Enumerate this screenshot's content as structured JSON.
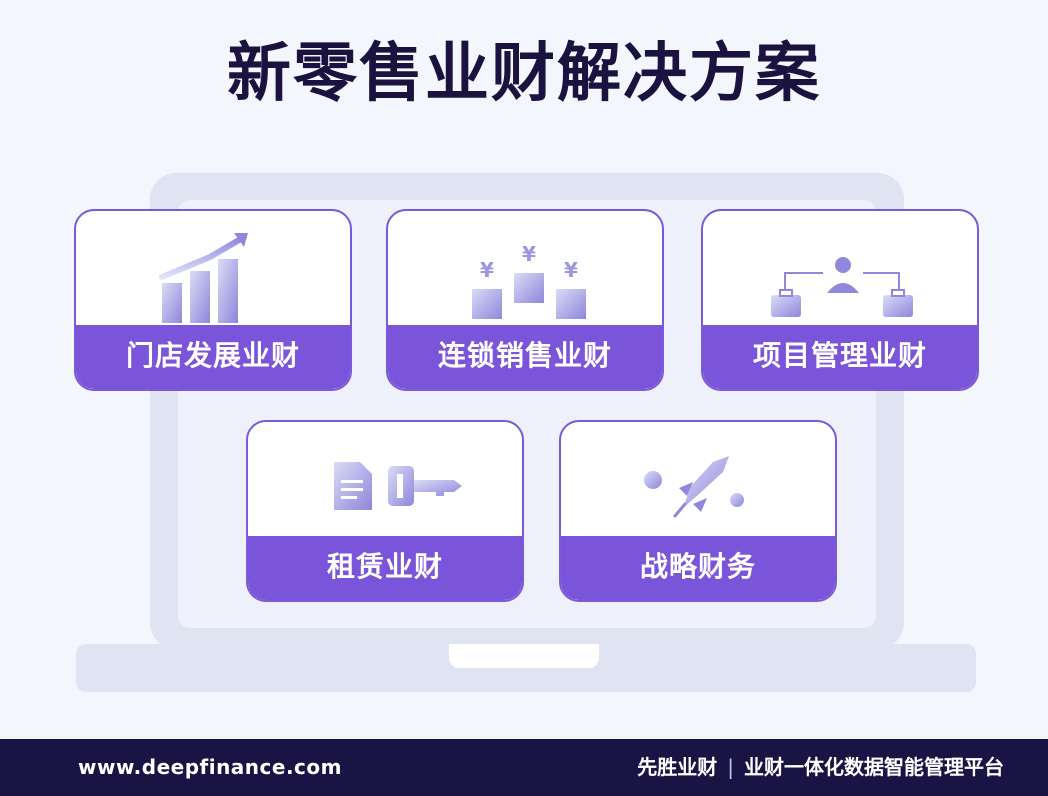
{
  "title": "新零售业财解决方案",
  "cards": [
    {
      "label": "门店发展业财",
      "icon": "growth-chart-icon"
    },
    {
      "label": "连锁销售业财",
      "icon": "yen-blocks-icon"
    },
    {
      "label": "项目管理业财",
      "icon": "org-briefcase-icon"
    },
    {
      "label": "租赁业财",
      "icon": "document-key-icon"
    },
    {
      "label": "战略财务",
      "icon": "rocket-icon"
    }
  ],
  "footer": {
    "url": "www.deepfinance.com",
    "brand": "先胜业财",
    "separator": "|",
    "tagline": "业财一体化数据智能管理平台"
  },
  "colors": {
    "primary": "#7a55d9",
    "dark_navy": "#1a1444",
    "title": "#1c1240",
    "background": "#f4f6fd",
    "laptop": "#dfe3f2"
  }
}
